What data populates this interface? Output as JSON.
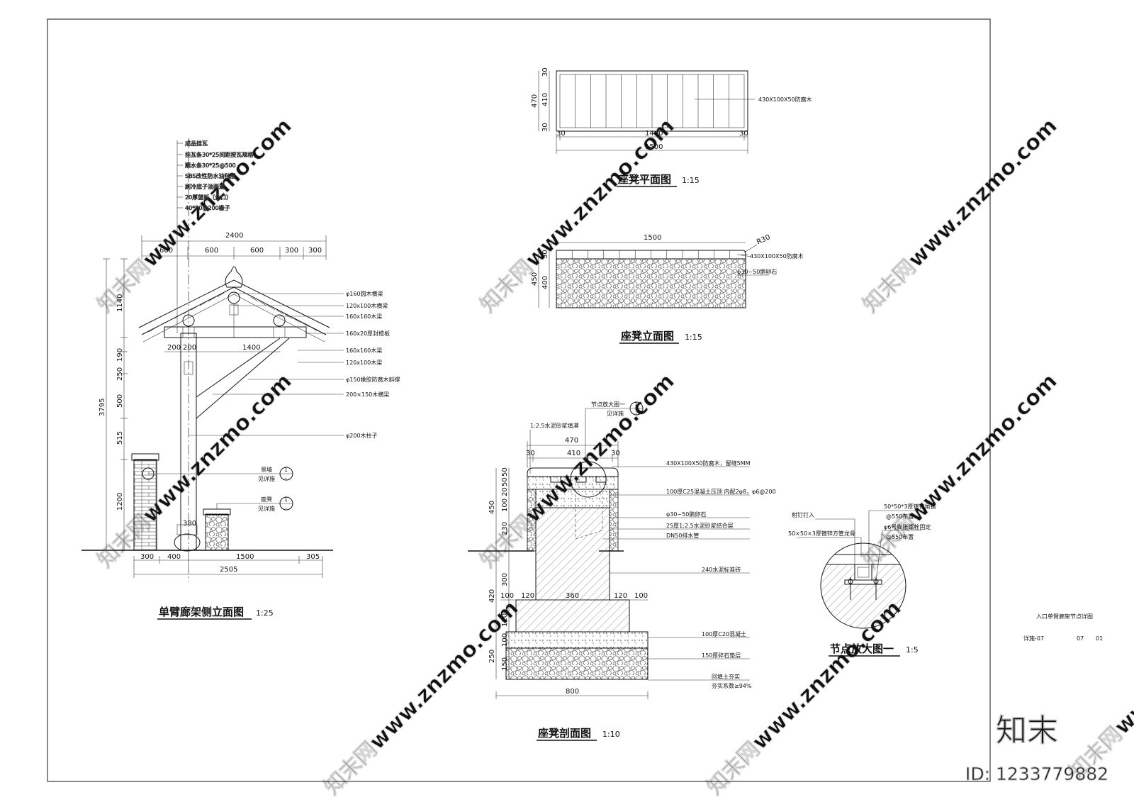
{
  "colors": {
    "line": "#111111",
    "watermark": "#d6d6d6"
  },
  "side_elevation": {
    "title": "单臂廊架侧立面图",
    "scale": "1:25",
    "layers": [
      "成品挂瓦",
      "挂瓦条30*25间距按瓦规格",
      "顺水条30*25@500",
      "SBS改性防水油毡层",
      "刷冷底子油两遍",
      "20厚望板（企口）",
      "40*50@200椽子"
    ],
    "notes": [
      "φ160圆木横梁",
      "120x100木横梁",
      "160x160木梁",
      "160x20厚封檐板",
      "160x160木梁",
      "120x100木梁",
      "φ150橡胶防腐木斜撑",
      "200×150木横梁",
      "φ200木柱子"
    ],
    "callouts": [
      {
        "label": "景墙",
        "ref": "见详施",
        "num": "1",
        "sub": "-"
      },
      {
        "label": "座凳",
        "ref": "见详施",
        "num": "1",
        "sub": "-"
      }
    ],
    "dims_top": [
      "2400",
      "600",
      "600",
      "600",
      "300",
      "300"
    ],
    "dims_left": [
      "1140",
      "190",
      "250",
      "500",
      "515",
      "1200",
      "3795"
    ],
    "dims_mid": [
      "200",
      "200",
      "1400",
      "380"
    ],
    "dims_bottom": [
      "300",
      "400",
      "1500",
      "305",
      "2505"
    ]
  },
  "plan": {
    "title": "座凳平面图",
    "scale": "1:15",
    "note": "430X100X50防腐木",
    "dims_bottom": [
      "30",
      "1440",
      "30",
      "1500"
    ],
    "dims_left": [
      "470",
      "410",
      "30",
      "30"
    ]
  },
  "elevation": {
    "title": "座凳立面图",
    "scale": "1:15",
    "notes": [
      "430X100X50防腐木",
      "φ30~50鹅卵石"
    ],
    "dims": [
      "1500",
      "R30",
      "450",
      "50",
      "400"
    ]
  },
  "section": {
    "title": "座凳剖面图",
    "scale": "1:10",
    "callout": {
      "label": "节点放大图一",
      "ref": "见详施",
      "num": "1",
      "sub": "-"
    },
    "note_top": "1:2.5水泥砂浆填满",
    "notes": [
      "430X100X50防腐木，留缝5MM",
      "100厚C25混凝土压顶 内配2φ8，φ6@200",
      "φ30~50鹅卵石",
      "25厚1:2.5水泥砂浆结合层",
      "DN50排水管",
      "240水泥标准砖",
      "100厚C20混凝土",
      "150厚碎石垫层",
      "回填土夯实",
      "夯实系数≥94%"
    ],
    "dims_top": [
      "470",
      "30",
      "410",
      "30"
    ],
    "dims_left": [
      "50",
      "50",
      "20",
      "100",
      "450",
      "230",
      "300",
      "420",
      "120",
      "100",
      "250",
      "150"
    ],
    "dims_mid": [
      "100",
      "120",
      "360",
      "120",
      "100"
    ],
    "dims_bottom": [
      "800"
    ]
  },
  "detail": {
    "title": "节点放大图一",
    "scale": "1:5",
    "notes": [
      "射钉打入",
      "50*50*3厚镀锌角钢",
      "@550布置",
      "50×50×3厚镀锌方管龙骨",
      "φ6号膨胀螺栓固定",
      "@550布置"
    ]
  },
  "titleblock": {
    "name": "入口单臂廊架节点详图",
    "code": "详施-07",
    "num1": "07",
    "num2": "01"
  },
  "watermark": {
    "logo": "知末",
    "id": "ID: 1233779882",
    "text": "知末网www.znzmo.com"
  }
}
